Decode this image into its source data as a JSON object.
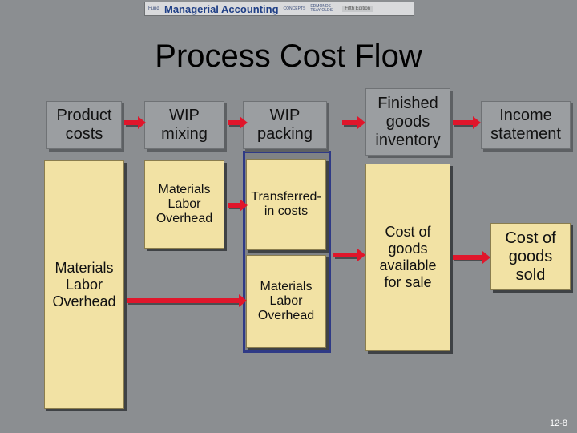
{
  "banner": {
    "series": "Fundamental",
    "title": "Managerial Accounting",
    "concepts": "CONCEPTS",
    "authors": "EDMONDS TSAY OLDS",
    "edition": "Fifth Edition"
  },
  "title": "Process Cost Flow",
  "boxes": {
    "product_costs": "Product\ncosts",
    "product_costs_detail": "Materials\nLabor\nOverhead",
    "wip_mixing": "WIP\nmixing",
    "wip_mixing_detail": "Materials\nLabor\nOverhead",
    "wip_packing": "WIP\npacking",
    "transferred_in": "Transferred-\nin costs",
    "wip_packing_detail": "Materials\nLabor\nOverhead",
    "finished_goods": "Finished\ngoods\ninventory",
    "cost_available": "Cost of\ngoods\navailable\nfor sale",
    "income_statement": "Income\nstatement",
    "cost_sold": "Cost of\ngoods\nsold"
  },
  "colors": {
    "background": "#8b8e91",
    "box_fill": "#f2e2a4",
    "arrow": "#e0162b",
    "packing_frame": "#2f3a86"
  },
  "footer": "12-8"
}
